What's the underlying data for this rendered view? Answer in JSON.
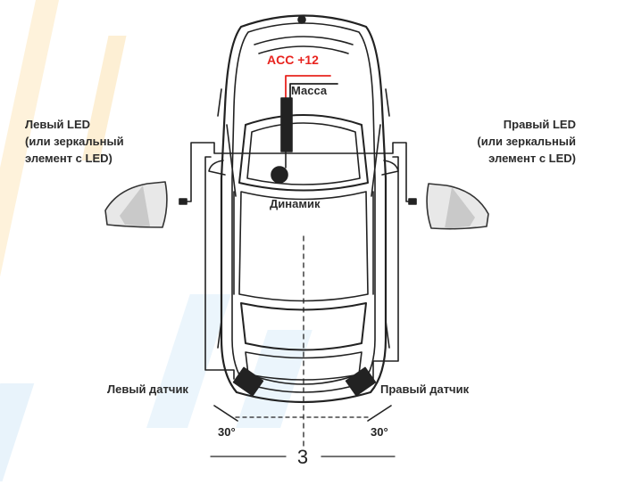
{
  "labels": {
    "acc": "ACC +12",
    "ground": "Масса",
    "speaker": "Динамик",
    "left_led": [
      "Левый LED",
      "(или зеркальный",
      "элемент с LED)"
    ],
    "right_led": [
      "Правый LED",
      "(или зеркальный",
      "элемент с LED)"
    ],
    "left_sensor": "Левый датчик",
    "right_sensor": "Правый датчик",
    "left_angle": "30°",
    "right_angle": "30°"
  },
  "page_number": "3",
  "colors": {
    "acc_wire": "#e8241f",
    "line": "#222222",
    "watermark_orange": "#f7b53a",
    "watermark_blue": "#5aa9e6",
    "mirror_glass": "#c9c9c9"
  }
}
